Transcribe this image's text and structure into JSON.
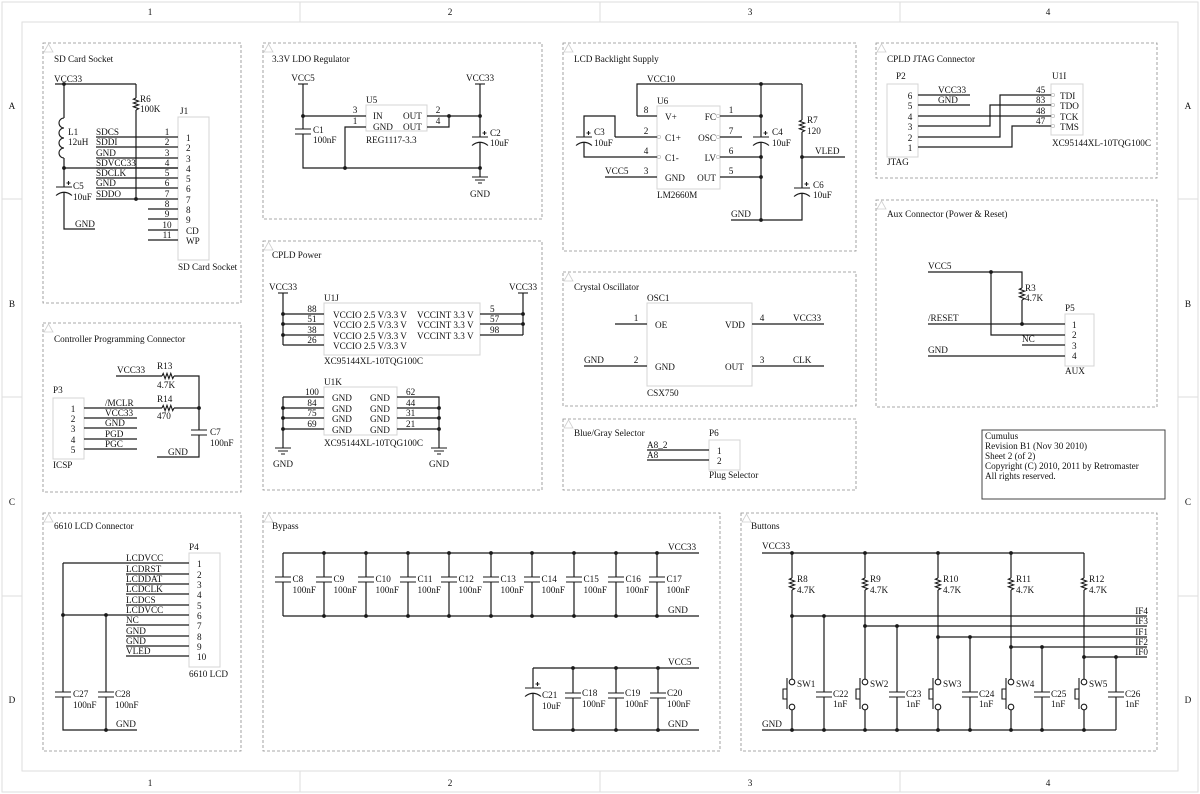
{
  "sheet": {
    "column_zones": [
      "1",
      "2",
      "3",
      "4"
    ],
    "row_zones": [
      "A",
      "B",
      "C",
      "D"
    ],
    "title_block": {
      "project": "Cumulus",
      "revision": "Revision B1 (Nov 30 2010)",
      "sheet": "Sheet 2 (of 2)",
      "copyright": "Copyright (C) 2010, 2011 by Retromaster",
      "rights": "All rights reserved."
    }
  },
  "sd_card": {
    "title": "SD Card Socket",
    "power_net": "VCC33",
    "gnd_net": "GND",
    "inductor": {
      "ref": "L1",
      "value": "12uH"
    },
    "pullup": {
      "ref": "R6",
      "value": "100K"
    },
    "capacitor": {
      "ref": "C5",
      "value": "10uF"
    },
    "connector": {
      "ref": "J1",
      "name": "SD Card Socket"
    },
    "pins": [
      {
        "net": "SDCS",
        "num": "1",
        "name": "1"
      },
      {
        "net": "SDDI",
        "num": "2",
        "name": "2"
      },
      {
        "net": "GND",
        "num": "3",
        "name": "3"
      },
      {
        "net": "SDVCC33",
        "num": "4",
        "name": "4"
      },
      {
        "net": "SDCLK",
        "num": "5",
        "name": "5"
      },
      {
        "net": "GND",
        "num": "6",
        "name": "6"
      },
      {
        "net": "SDDO",
        "num": "7",
        "name": "7"
      },
      {
        "net": "",
        "num": "8",
        "name": "8"
      },
      {
        "net": "",
        "num": "9",
        "name": "9"
      },
      {
        "net": "",
        "num": "10",
        "name": "CD"
      },
      {
        "net": "",
        "num": "11",
        "name": "WP"
      }
    ]
  },
  "ldo": {
    "title": "3.3V LDO Regulator",
    "input_net": "VCC5",
    "output_net": "VCC33",
    "gnd_net": "GND",
    "regulator": {
      "ref": "U5",
      "part": "REG1117-3.3",
      "pins": [
        {
          "num": "3",
          "name": "IN"
        },
        {
          "num": "1",
          "name": "GND"
        },
        {
          "num": "2",
          "name": "OUT"
        },
        {
          "num": "4",
          "name": "OUT"
        }
      ]
    },
    "input_cap": {
      "ref": "C1",
      "value": "100nF"
    },
    "output_cap": {
      "ref": "C2",
      "value": "10uF"
    }
  },
  "backlight": {
    "title": "LCD Backlight Supply",
    "supply_net": "VCC10",
    "input_net": "VCC5",
    "output_net": "VLED",
    "gnd_net": "GND",
    "converter": {
      "ref": "U6",
      "part": "LM2660M",
      "left_pins": [
        {
          "num": "8",
          "name": "V+"
        },
        {
          "num": "2",
          "name": "C1+"
        },
        {
          "num": "4",
          "name": "C1-"
        },
        {
          "num": "3",
          "name": "GND"
        }
      ],
      "right_pins": [
        {
          "num": "1",
          "name": "FC"
        },
        {
          "num": "7",
          "name": "OSC"
        },
        {
          "num": "6",
          "name": "LV"
        },
        {
          "num": "5",
          "name": "OUT"
        }
      ]
    },
    "flying_cap": {
      "ref": "C3",
      "value": "10uF"
    },
    "output_cap": {
      "ref": "C4",
      "value": "10uF"
    },
    "filter_cap": {
      "ref": "C6",
      "value": "10uF"
    },
    "series_resistor": {
      "ref": "R7",
      "value": "120"
    }
  },
  "jtag": {
    "title": "CPLD JTAG Connector",
    "vcc_net": "VCC33",
    "gnd_net": "GND",
    "connector": {
      "ref": "P2",
      "name": "JTAG",
      "pins": [
        "6",
        "5",
        "4",
        "3",
        "2",
        "1"
      ]
    },
    "cpld": {
      "ref": "U1I",
      "part": "XC95144XL-10TQG100C",
      "pins": [
        {
          "num": "45",
          "name": "TDI"
        },
        {
          "num": "83",
          "name": "TDO"
        },
        {
          "num": "48",
          "name": "TCK"
        },
        {
          "num": "47",
          "name": "TMS"
        }
      ]
    }
  },
  "aux": {
    "title": "Aux Connector (Power & Reset)",
    "vcc_net": "VCC5",
    "reset_net": "/RESET",
    "nc_net": "NC",
    "gnd_net": "GND",
    "pullup": {
      "ref": "R3",
      "value": "4.7K"
    },
    "connector": {
      "ref": "P5",
      "name": "AUX",
      "pins": [
        "1",
        "2",
        "3",
        "4"
      ]
    }
  },
  "cpld_power": {
    "title": "CPLD Power",
    "power_net": "VCC33",
    "gnd_net": "GND",
    "vcc_unit": {
      "ref": "U1J",
      "part": "XC95144XL-10TQG100C",
      "left_pins": [
        {
          "num": "88",
          "name": "VCCIO 2.5 V/3.3 V"
        },
        {
          "num": "51",
          "name": "VCCIO 2.5 V/3.3 V"
        },
        {
          "num": "38",
          "name": "VCCIO 2.5 V/3.3 V"
        },
        {
          "num": "26",
          "name": "VCCIO 2.5 V/3.3 V"
        }
      ],
      "right_pins": [
        {
          "num": "5",
          "name": "VCCINT 3.3 V"
        },
        {
          "num": "57",
          "name": "VCCINT 3.3 V"
        },
        {
          "num": "98",
          "name": "VCCINT 3.3 V"
        }
      ]
    },
    "gnd_unit": {
      "ref": "U1K",
      "part": "XC95144XL-10TQG100C",
      "left_pins": [
        {
          "num": "100",
          "name": "GND"
        },
        {
          "num": "84",
          "name": "GND"
        },
        {
          "num": "75",
          "name": "GND"
        },
        {
          "num": "69",
          "name": "GND"
        }
      ],
      "right_pins": [
        {
          "num": "62",
          "name": "GND"
        },
        {
          "num": "44",
          "name": "GND"
        },
        {
          "num": "31",
          "name": "GND"
        },
        {
          "num": "21",
          "name": "GND"
        }
      ]
    }
  },
  "oscillator": {
    "title": "Crystal Oscillator",
    "device": {
      "ref": "OSC1",
      "part": "CSX750"
    },
    "pins": [
      {
        "num": "1",
        "name": "OE",
        "net": ""
      },
      {
        "num": "2",
        "name": "GND",
        "net": "GND"
      },
      {
        "num": "4",
        "name": "VDD",
        "net": "VCC33"
      },
      {
        "num": "3",
        "name": "OUT",
        "net": "CLK"
      }
    ]
  },
  "selector": {
    "title": "Blue/Gray Selector",
    "connector": {
      "ref": "P6",
      "name": "Plug Selector",
      "pins": [
        {
          "num": "1",
          "net": "A8_2"
        },
        {
          "num": "2",
          "net": "A8"
        }
      ]
    }
  },
  "icsp": {
    "title": "Controller Programming Connector",
    "power_net": "VCC33",
    "gnd_net": "GND",
    "r13": {
      "ref": "R13",
      "value": "4.7K"
    },
    "r14": {
      "ref": "R14",
      "value": "470"
    },
    "c7": {
      "ref": "C7",
      "value": "100nF"
    },
    "connector": {
      "ref": "P3",
      "name": "ICSP",
      "pins": [
        {
          "num": "1",
          "net": "/MCLR"
        },
        {
          "num": "2",
          "net": "VCC33"
        },
        {
          "num": "3",
          "net": "GND"
        },
        {
          "num": "4",
          "net": "PGD"
        },
        {
          "num": "5",
          "net": "PGC"
        }
      ]
    }
  },
  "lcd": {
    "title": "6610 LCD Connector",
    "gnd_net": "GND",
    "connector": {
      "ref": "P4",
      "name": "6610 LCD",
      "pins": [
        {
          "num": "1",
          "net": "LCDVCC"
        },
        {
          "num": "2",
          "net": "LCDRST"
        },
        {
          "num": "3",
          "net": "LCDDAT"
        },
        {
          "num": "4",
          "net": "LCDCLK"
        },
        {
          "num": "5",
          "net": "LCDCS"
        },
        {
          "num": "6",
          "net": "LCDVCC"
        },
        {
          "num": "7",
          "net": "NC"
        },
        {
          "num": "8",
          "net": "GND"
        },
        {
          "num": "9",
          "net": "GND"
        },
        {
          "num": "10",
          "net": "VLED"
        }
      ]
    },
    "caps": [
      {
        "ref": "C27",
        "value": "100nF"
      },
      {
        "ref": "C28",
        "value": "100nF"
      }
    ]
  },
  "bypass": {
    "title": "Bypass",
    "vcc33_bank": {
      "power_net": "VCC33",
      "gnd_net": "GND",
      "caps": [
        {
          "ref": "C8",
          "value": "100nF"
        },
        {
          "ref": "C9",
          "value": "100nF"
        },
        {
          "ref": "C10",
          "value": "100nF"
        },
        {
          "ref": "C11",
          "value": "100nF"
        },
        {
          "ref": "C12",
          "value": "100nF"
        },
        {
          "ref": "C13",
          "value": "100nF"
        },
        {
          "ref": "C14",
          "value": "100nF"
        },
        {
          "ref": "C15",
          "value": "100nF"
        },
        {
          "ref": "C16",
          "value": "100nF"
        },
        {
          "ref": "C17",
          "value": "100nF"
        }
      ]
    },
    "vcc5_bank": {
      "power_net": "VCC5",
      "gnd_net": "GND",
      "bulk_cap": {
        "ref": "C21",
        "value": "10uF"
      },
      "caps": [
        {
          "ref": "C18",
          "value": "100nF"
        },
        {
          "ref": "C19",
          "value": "100nF"
        },
        {
          "ref": "C20",
          "value": "100nF"
        }
      ]
    }
  },
  "buttons": {
    "title": "Buttons",
    "power_net": "VCC33",
    "gnd_net": "GND",
    "channels": [
      {
        "resistor": {
          "ref": "R8",
          "value": "4.7K"
        },
        "switch": "SW1",
        "cap": {
          "ref": "C22",
          "value": "1nF"
        },
        "net": "IF4"
      },
      {
        "resistor": {
          "ref": "R9",
          "value": "4.7K"
        },
        "switch": "SW2",
        "cap": {
          "ref": "C23",
          "value": "1nF"
        },
        "net": "IF3"
      },
      {
        "resistor": {
          "ref": "R10",
          "value": "4.7K"
        },
        "switch": "SW3",
        "cap": {
          "ref": "C24",
          "value": "1nF"
        },
        "net": "IF1"
      },
      {
        "resistor": {
          "ref": "R11",
          "value": "4.7K"
        },
        "switch": "SW4",
        "cap": {
          "ref": "C25",
          "value": "1nF"
        },
        "net": "IF2"
      },
      {
        "resistor": {
          "ref": "R12",
          "value": "4.7K"
        },
        "switch": "SW5",
        "cap": {
          "ref": "C26",
          "value": "1nF"
        },
        "net": "IF0"
      }
    ]
  }
}
